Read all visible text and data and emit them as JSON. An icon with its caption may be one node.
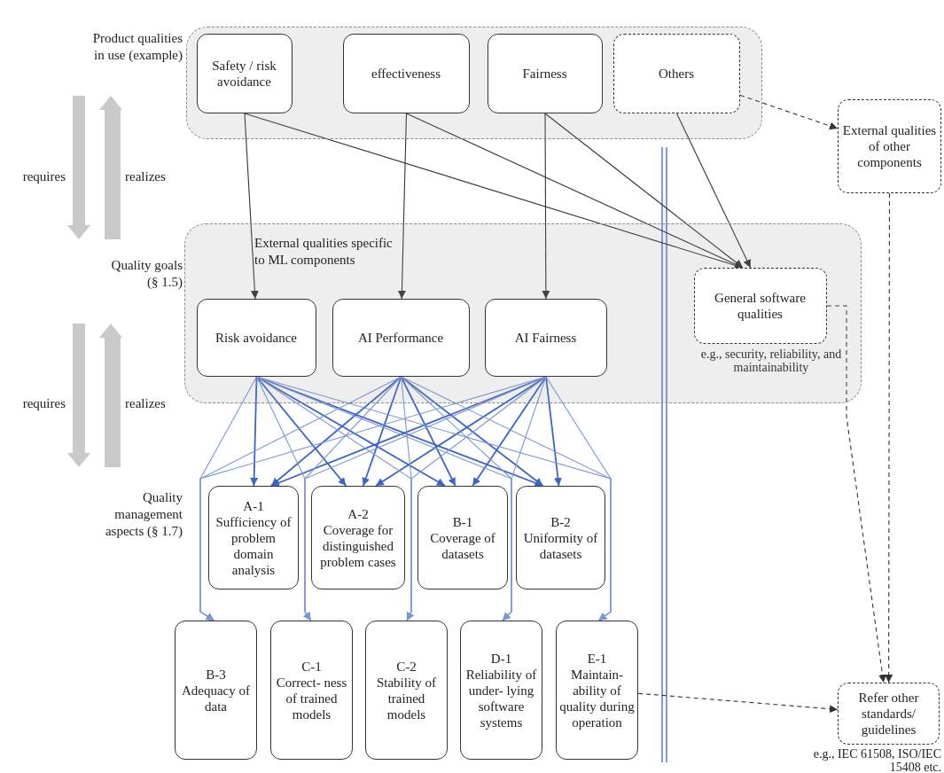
{
  "diagram": {
    "nodes": [
      {
        "text": [],
        "shape": "box"
      },
      {
        "text": [
          "Safety / risk avoidance"
        ],
        "in": 0
      },
      {
        "text": [
          "effectiveness"
        ],
        "in": 0
      },
      {
        "text": [
          "Fairness"
        ],
        "in": 0
      },
      {
        "text": [
          "Others"
        ],
        "in": 0
      },
      {
        "text": [
          "External qualities of other components"
        ]
      },
      {
        "text": [
          "External qualities specific to ML components"
        ]
      },
      {
        "text": [
          "Risk avoidance"
        ],
        "in": 6
      },
      {
        "text": [
          "AI Performance"
        ],
        "in": 6
      },
      {
        "text": [
          "AI Fairness"
        ],
        "in": 6
      },
      {
        "text": [
          "General software qualities"
        ],
        "in": 6,
        "beside": [
          "e.g., security, reliability, and maintainability"
        ]
      },
      {
        "text": [
          "A-1",
          "Sufficiency of problem domain analysis"
        ]
      },
      {
        "text": [
          "A-2",
          "Coverage for distinguished problem cases"
        ]
      },
      {
        "text": [
          "B-1",
          "Coverage of datasets"
        ]
      },
      {
        "text": [
          "B-2",
          "Uniformity of datasets"
        ]
      },
      {
        "text": [
          "B-3",
          "Adequacy of data"
        ]
      },
      {
        "text": [
          "C-1",
          "Correct- ness of trained models"
        ]
      },
      {
        "text": [
          "C-2",
          "Stability of trained models"
        ]
      },
      {
        "text": [
          "D-1",
          "Reliability of under- lying software systems"
        ]
      },
      {
        "text": [
          "E-1",
          "Maintain- ability of quality during operation"
        ]
      },
      {
        "text": [
          "Refer other standards/ guidelines"
        ],
        "beside": [
          "e.g., IEC 61508, ISO/IEC 15408 etc."
        ]
      }
    ],
    "edges": [
      {
        "from": 1,
        "to": 7,
        "arrow": "to",
        "color": "#333333"
      },
      {
        "from": 2,
        "to": 8,
        "arrow": "to",
        "color": "#333333"
      },
      {
        "from": 3,
        "to": 9,
        "arrow": "to",
        "color": "#333333"
      },
      {
        "from": 1,
        "to": 10,
        "arrow": "to",
        "color": "#333333"
      },
      {
        "from": 2,
        "to": 10,
        "arrow": "to",
        "color": "#333333"
      },
      {
        "from": 3,
        "to": 10,
        "arrow": "to",
        "color": "#333333"
      },
      {
        "from": 4,
        "to": 10,
        "arrow": "to",
        "color": "#333333"
      },
      {
        "from": 4,
        "to": 5,
        "arrow": "to",
        "style": "dashed",
        "color": "#333333"
      },
      {
        "from": 5,
        "to": 20,
        "arrow": "to",
        "style": "dashed",
        "color": "#333333"
      },
      {
        "from": 10,
        "to": 20,
        "arrow": "to",
        "style": "dashed",
        "color": "#333333"
      },
      {
        "from": 19,
        "to": 20,
        "arrow": "to",
        "style": "dashed",
        "color": "#333333"
      },
      {
        "from": 7,
        "to": 11,
        "arrow": "to"
      },
      {
        "from": 7,
        "to": 12,
        "arrow": "to"
      },
      {
        "from": 7,
        "to": 13,
        "arrow": "to"
      },
      {
        "from": 7,
        "to": 14,
        "arrow": "to"
      },
      {
        "from": 8,
        "to": 11,
        "arrow": "to"
      },
      {
        "from": 8,
        "to": 12,
        "arrow": "to"
      },
      {
        "from": 8,
        "to": 13,
        "arrow": "to"
      },
      {
        "from": 8,
        "to": 14,
        "arrow": "to"
      },
      {
        "from": 9,
        "to": 11,
        "arrow": "to"
      },
      {
        "from": 9,
        "to": 12,
        "arrow": "to"
      },
      {
        "from": 9,
        "to": 13,
        "arrow": "to"
      },
      {
        "from": 9,
        "to": 14,
        "arrow": "to"
      },
      {
        "from": 7,
        "to": 15,
        "arrow": "to",
        "color": "#7b96d8"
      },
      {
        "from": 7,
        "to": 16,
        "arrow": "to",
        "color": "#7b96d8"
      },
      {
        "from": 7,
        "to": 17,
        "arrow": "to",
        "color": "#7b96d8"
      },
      {
        "from": 7,
        "to": 18,
        "arrow": "to",
        "color": "#7b96d8"
      },
      {
        "from": 7,
        "to": 19,
        "arrow": "to",
        "color": "#7b96d8"
      },
      {
        "from": 8,
        "to": 15,
        "arrow": "to",
        "color": "#7b96d8"
      },
      {
        "from": 8,
        "to": 16,
        "arrow": "to",
        "color": "#7b96d8"
      },
      {
        "from": 8,
        "to": 17,
        "arrow": "to",
        "color": "#7b96d8"
      },
      {
        "from": 8,
        "to": 18,
        "arrow": "to",
        "color": "#7b96d8"
      },
      {
        "from": 8,
        "to": 19,
        "arrow": "to",
        "color": "#7b96d8"
      },
      {
        "from": 9,
        "to": 15,
        "arrow": "to",
        "color": "#7b96d8"
      },
      {
        "from": 9,
        "to": 16,
        "arrow": "to",
        "color": "#7b96d8"
      },
      {
        "from": 9,
        "to": 17,
        "arrow": "to",
        "color": "#7b96d8"
      },
      {
        "from": 9,
        "to": 18,
        "arrow": "to",
        "color": "#7b96d8"
      },
      {
        "from": 9,
        "to": 19,
        "arrow": "to",
        "color": "#7b96d8"
      }
    ],
    "labels": [
      "Product qualities in use (example)",
      "requires",
      "realizes",
      "Quality goals (§ 1.5)",
      "requires",
      "realizes",
      "Quality management aspects (§ 1.7)"
    ]
  }
}
